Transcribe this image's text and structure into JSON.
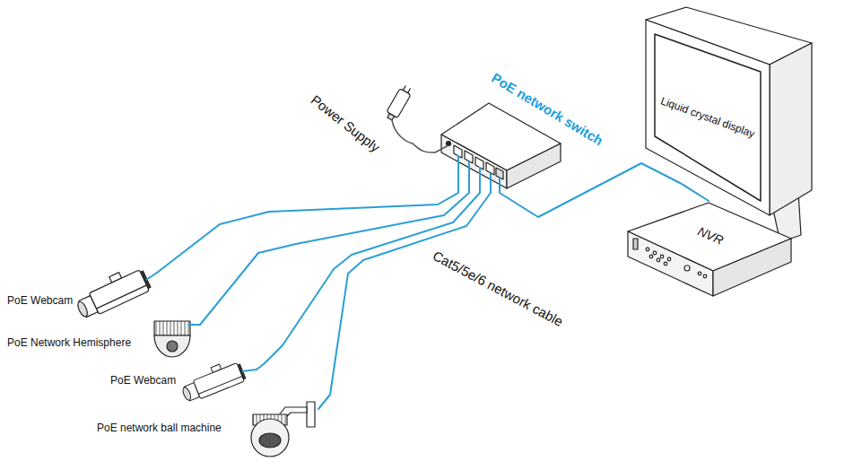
{
  "diagram": {
    "nodes": [
      {
        "text": [
          "Power Supply"
        ]
      },
      {
        "text": [
          "PoE network switch"
        ]
      },
      {
        "text": [
          "Liquid crystal display"
        ]
      },
      {
        "text": [
          "NVR"
        ]
      },
      {
        "text": [
          "PoE Webcam"
        ]
      },
      {
        "text": [
          "PoE Network Hemisphere"
        ]
      },
      {
        "text": [
          "PoE Webcam"
        ]
      },
      {
        "text": [
          "PoE network ball machine"
        ]
      }
    ],
    "edges": [
      {
        "from": 0,
        "to": 1,
        "arrow": "none"
      },
      {
        "from": 1,
        "to": 4,
        "arrow": "none"
      },
      {
        "from": 1,
        "to": 5,
        "arrow": "none"
      },
      {
        "from": 1,
        "to": 6,
        "arrow": "none"
      },
      {
        "from": 1,
        "to": 7,
        "arrow": "none"
      },
      {
        "from": 1,
        "to": 3,
        "arrow": "none"
      }
    ],
    "labels": [
      "Cat5/5e/6 network cable"
    ]
  }
}
